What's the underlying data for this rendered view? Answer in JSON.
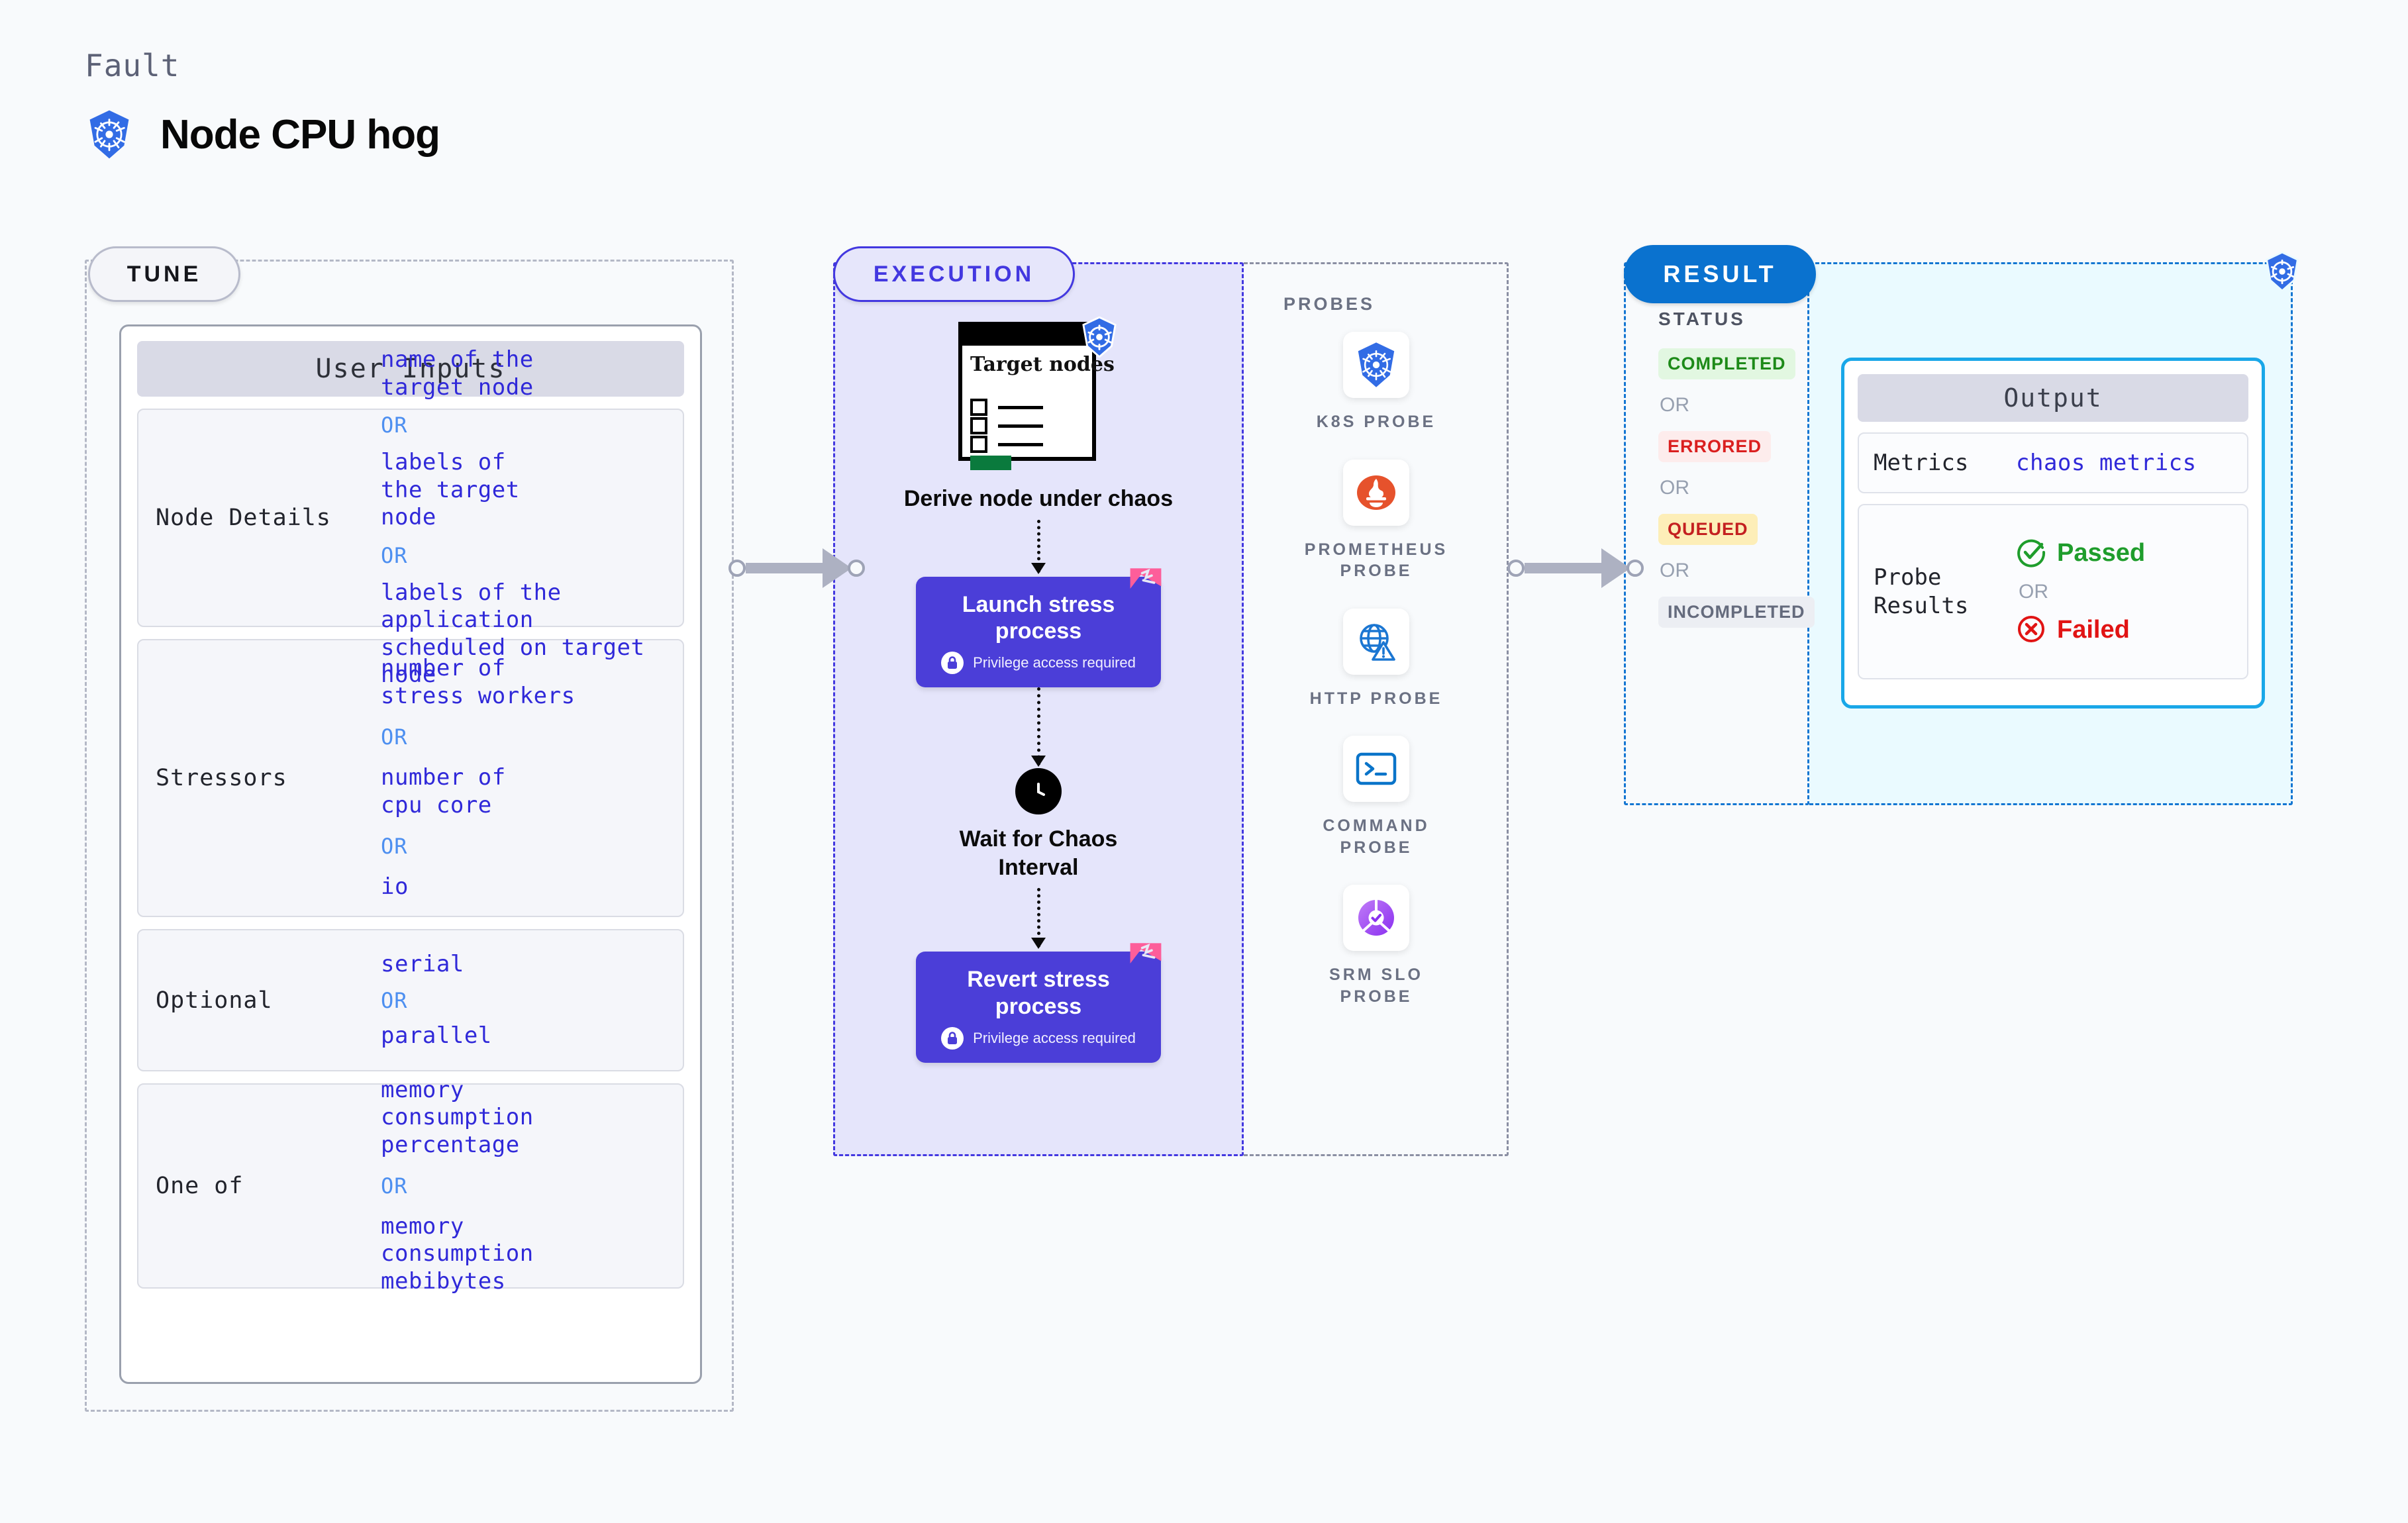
{
  "header": {
    "kicker": "Fault",
    "title": "Node CPU hog",
    "logo_icon": "kubernetes-icon"
  },
  "sections": {
    "tune": {
      "label": "TUNE"
    },
    "execution": {
      "label": "EXECUTION"
    },
    "probes": {
      "label": "PROBES"
    },
    "result": {
      "label": "RESULT"
    }
  },
  "tune": {
    "card_title": "User Inputs",
    "rows": [
      {
        "label": "Node Details",
        "values": [
          "name of the target node",
          "labels of the target node",
          "labels of the application\n scheduled on target node"
        ],
        "separator": "OR"
      },
      {
        "label": "Stressors",
        "values": [
          "number of stress workers",
          "number of cpu core",
          "io"
        ],
        "separator": "OR"
      },
      {
        "label": "Optional",
        "values": [
          "serial",
          "parallel"
        ],
        "separator": "OR"
      },
      {
        "label": "One of",
        "values": [
          "memory consumption percentage",
          "memory consumption mebibytes"
        ],
        "separator": "OR"
      }
    ]
  },
  "execution": {
    "target_card": {
      "title": "Target nodes",
      "badge_icon": "kubernetes-icon"
    },
    "steps": [
      {
        "caption": "Derive node under chaos",
        "icon": "target-nodes-icon"
      },
      {
        "title": "Launch stress process",
        "sub": "Privilege access required",
        "lock_icon": "lock-icon",
        "corner_icon": "harness-icon"
      },
      {
        "caption": "Wait for Chaos Interval",
        "icon": "clock-icon"
      },
      {
        "title": "Revert stress process",
        "sub": "Privilege access required",
        "lock_icon": "lock-icon",
        "corner_icon": "harness-icon"
      }
    ]
  },
  "probes": {
    "items": [
      {
        "name": "K8S PROBE",
        "icon": "kubernetes-icon"
      },
      {
        "name": "PROMETHEUS PROBE",
        "icon": "prometheus-icon"
      },
      {
        "name": "HTTP PROBE",
        "icon": "globe-warning-icon"
      },
      {
        "name": "COMMAND PROBE",
        "icon": "terminal-icon"
      },
      {
        "name": "SRM SLO PROBE",
        "icon": "slo-donut-check-icon"
      }
    ]
  },
  "result": {
    "status_label": "STATUS",
    "separator": "OR",
    "badges": [
      {
        "text": "COMPLETED",
        "style": "completed"
      },
      {
        "text": "ERRORED",
        "style": "errored"
      },
      {
        "text": "QUEUED",
        "style": "queued"
      },
      {
        "text": "INCOMPLETED",
        "style": "incompleted"
      }
    ]
  },
  "output": {
    "card_title": "Output",
    "metrics_label": "Metrics",
    "metrics_value": "chaos metrics",
    "probe_results_label": "Probe Results",
    "passed_text": "Passed",
    "failed_text": "Failed",
    "separator": "OR",
    "passed_icon": "check-circle-icon",
    "failed_icon": "x-circle-icon",
    "badge_icon": "kubernetes-icon"
  },
  "colors": {
    "background": "#f8fafc",
    "execution_fill": "#e5e5fb",
    "execution_accent": "#4338e0",
    "result_accent": "#0a72cf",
    "output_fill": "#eafaff",
    "output_border": "#19a7e8",
    "step_fill": "#4b3ed8",
    "value_text": "#3029d9",
    "or_text": "#4d8ff0",
    "harness_pink": "#fd5e9a",
    "k8s_blue": "#326ce5"
  }
}
